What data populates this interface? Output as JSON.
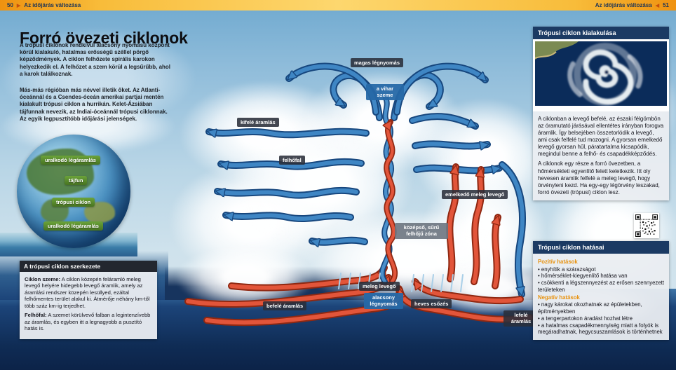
{
  "header": {
    "left_num": "50",
    "left_arrow": "▶",
    "left_title": "Az időjárás változása",
    "right_title": "Az időjárás változása",
    "right_arrow": "◀",
    "right_num": "51"
  },
  "article": {
    "title": "Forró övezeti ciklonok",
    "intro1": "A trópusi ciklonok rendkívül alacsony nyomású központ körül kialakuló, hatalmas erősségű széllel pörgő képződmények. A ciklon felhőzete spirális karokon helyezkedik el. A felhőzet a szem körül a legsűrűbb, ahol a karok találkoznak.",
    "intro2": "Más-más régióban más névvel illetik őket. Az Atlanti-óceánnál és a Csendes-óceán amerikai partjai mentén kialakult trópusi ciklon a hurrikán. Kelet-Ázsiában tájfunnak nevezik, az Indiai-óceánnál trópusi ciklonnak. Az egyik legpusztítóbb időjárási jelenségek."
  },
  "globe": {
    "labels": [
      "uralkodó légáramlás",
      "tájfun",
      "trópusi ciklon",
      "uralkodó légáramlás"
    ]
  },
  "diagram": {
    "high_pressure": "magas légnyomás",
    "eye": "a vihar szeme",
    "outflow": "kifelé áramlás",
    "cloud_wall": "felhőfal",
    "rising_warm_air": "emelkedő meleg levegő",
    "dense_cloud_zone": "középső, sűrű felhőjű zóna",
    "warm_air": "meleg levegő",
    "low_pressure": "alacsony légnyomás",
    "inflow": "befelé áramlás",
    "heavy_rain": "heves esőzés",
    "downflow": "lefelé áramlás"
  },
  "structure_box": {
    "title": "A trópusi ciklon szerkezete",
    "eye_term": "Ciklon szeme:",
    "eye_text": "A ciklon közepén feláramló meleg levegő helyére hidegebb levegő áramlik, amely az áramlási rendszer közepén lesüllyed, ezáltal felhőmentes terület alakul ki. Átmérője néhány km-től több száz km-ig terjedhet.",
    "wall_term": "Felhőfal:",
    "wall_text": "A szemet körülvevő falban a legintenzívebb az áramlás, és egyben itt a legnagyobb a pusztító hatás is."
  },
  "formation_box": {
    "title": "Trópusi ciklon kialakulása",
    "p1": "A ciklonban a levegő befelé, az északi félgömbön az óramutató járásával ellentétes irányban forogva áramlik. Így belsejében összetorlódik a levegő, ami csak felfelé tud mozogni. A gyorsan emelkedő levegő gyorsan hűl, páratartalma kicsapódik, megindul benne a felhő- és csapadékképződés.",
    "p2": "A ciklonok egy része a forró övezetben, a hőmérsékleti egyenlítő felett keletkezik. Itt oly hevesen áramlik felfelé a meleg levegő, hogy örvényleni kezd. Ha egy-egy légörvény leszakad, forró övezeti (trópusi) ciklon lesz."
  },
  "effects_box": {
    "title": "Trópusi ciklon hatásai",
    "positive_title": "Pozitív hatások",
    "positive_items": [
      "enyhítik a szárazságot",
      "hőmérséklet-kiegyenlítő hatása van",
      "csökkenti a légszennyezést az erősen szennyezett területeken"
    ],
    "negative_title": "Negatív hatások",
    "negative_items": [
      "nagy károkat okozhatnak az épületekben, építményekben",
      "a tengerpartokon áradást hozhat létre",
      "a hatalmas csapadékmennyiség miatt a folyók is megáradhatnak, hegycsuszamlások is történhetnek"
    ]
  },
  "colors": {
    "header_orange": "#f5a623",
    "panel_navy": "#1b3a63",
    "badge_dark": "#2a2f3a",
    "badge_blue": "#2668a6",
    "badge_green": "#4e7d26",
    "arrow_blue": "#3f86c4",
    "arrow_red": "#e2553a",
    "positive_heading_orange": "#e8920e"
  }
}
